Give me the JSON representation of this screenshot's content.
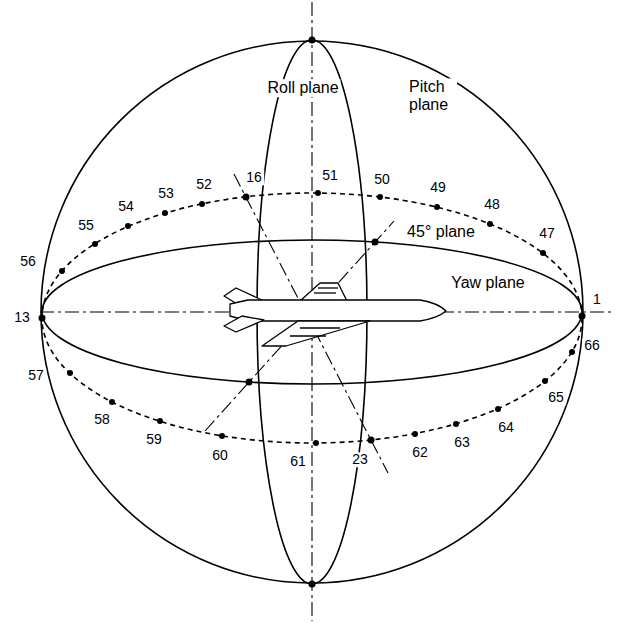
{
  "diagram": {
    "labels": [
      "Roll plane",
      "Pitch plane",
      "45° plane",
      "Yaw plane",
      "16",
      "51",
      "50",
      "49",
      "48",
      "47",
      "52",
      "53",
      "54",
      "55",
      "56",
      "13",
      "1",
      "57",
      "58",
      "59",
      "60",
      "61",
      "23",
      "62",
      "63",
      "64",
      "65",
      "66"
    ]
  }
}
